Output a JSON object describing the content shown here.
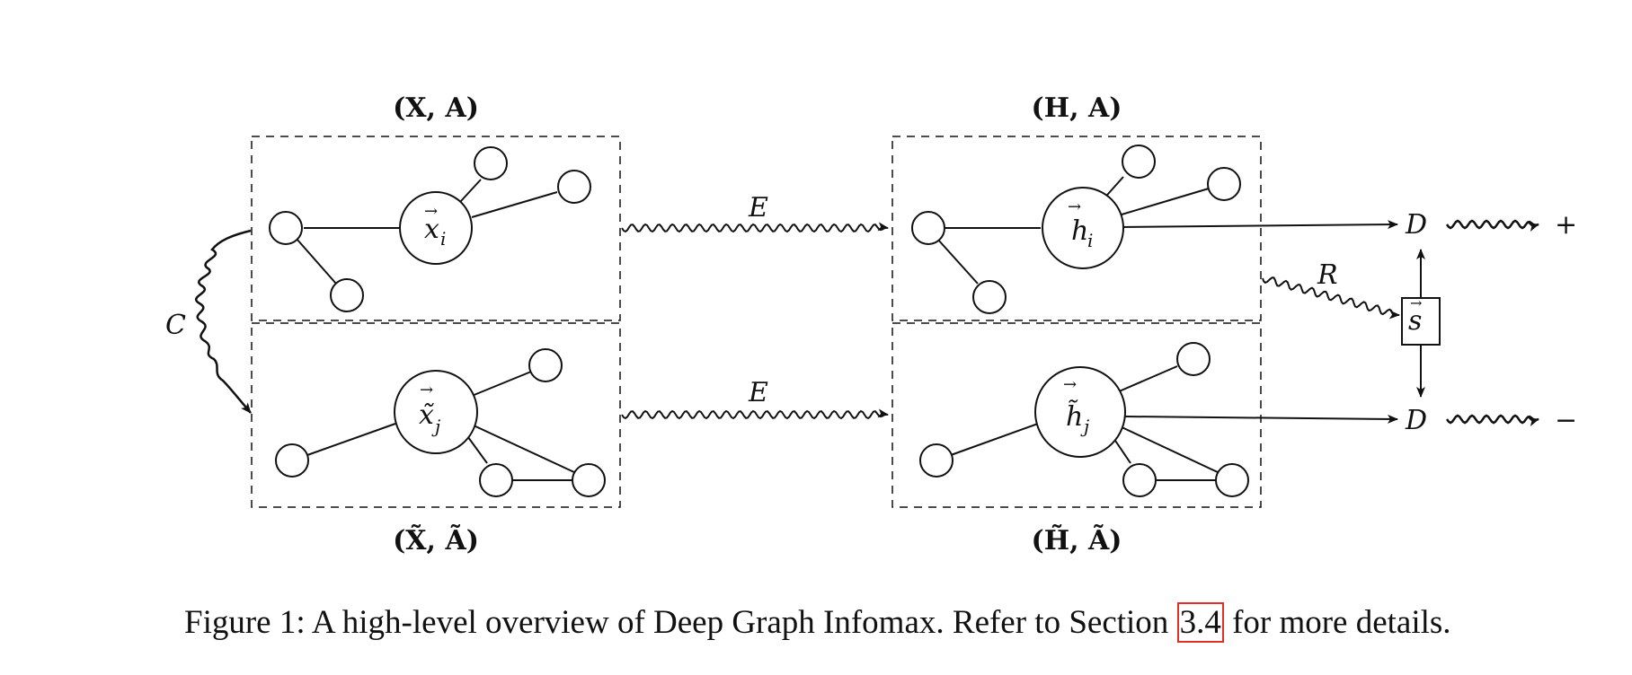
{
  "labels": {
    "input_pos": "(X, A)",
    "input_neg": "(X̃, Ã)",
    "output_pos": "(H, A)",
    "output_neg": "(H̃, Ã)",
    "corruption": "C",
    "encoder_top": "E",
    "encoder_bottom": "E",
    "readout": "R",
    "summary": "s",
    "discriminator_top": "D",
    "discriminator_bottom": "D",
    "positive": "+",
    "negative": "−",
    "node_x": "x",
    "node_x_sub": "i",
    "node_xt": "x̃",
    "node_xt_sub": "j",
    "node_h": "h",
    "node_h_sub": "i",
    "node_ht": "h̃",
    "node_ht_sub": "j"
  },
  "caption": {
    "before": "Figure 1: A high-level overview of Deep Graph Infomax. Refer to Section ",
    "link": "3.4",
    "after": " for more details."
  },
  "colors": {
    "link_box": "#e03024",
    "ink": "#111111"
  }
}
